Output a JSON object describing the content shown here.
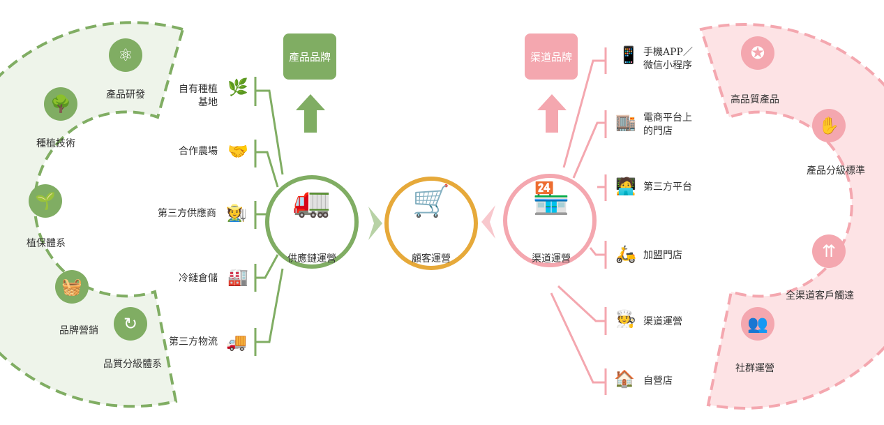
{
  "colors": {
    "green": "#80ad63",
    "orange": "#e6a93a",
    "pink": "#f4a7af",
    "green_bg": "#eef4ea",
    "pink_bg": "#fde3e5"
  },
  "left_arc": [
    "產品研發",
    "種植技術",
    "植保體系",
    "品牌營銷",
    "品質分級體系"
  ],
  "supply_items": [
    {
      "label1": "自有種植",
      "label2": "基地",
      "icon": "plant-icon"
    },
    {
      "label1": "合作農場",
      "label2": "",
      "icon": "handshake-icon"
    },
    {
      "label1": "第三方供應商",
      "label2": "",
      "icon": "farmer-icon"
    },
    {
      "label1": "冷鏈倉儲",
      "label2": "",
      "icon": "warehouse-icon"
    },
    {
      "label1": "第三方物流",
      "label2": "",
      "icon": "truck-icon"
    }
  ],
  "hubs": {
    "supply": "供應鏈運營",
    "customer": "顧客運營",
    "channel": "渠道運營"
  },
  "brands": {
    "product": "產品品牌",
    "channel": "渠道品牌"
  },
  "channel_items": [
    {
      "label1": "手機APP／",
      "label2": "微信小程序",
      "icon": "phone-icon"
    },
    {
      "label1": "電商平台上",
      "label2": "的門店",
      "icon": "ecommerce-store-icon"
    },
    {
      "label1": "第三方平台",
      "label2": "",
      "icon": "third-party-platform-icon"
    },
    {
      "label1": "加盟門店",
      "label2": "",
      "icon": "franchise-scooter-icon"
    },
    {
      "label1": "渠道運營",
      "label2": "",
      "icon": "cashier-icon"
    },
    {
      "label1": "自營店",
      "label2": "",
      "icon": "shop-icon"
    }
  ],
  "right_arc": [
    "高品質產品",
    "產品分級標準",
    "全渠道客戶觸達",
    "社群運營"
  ]
}
